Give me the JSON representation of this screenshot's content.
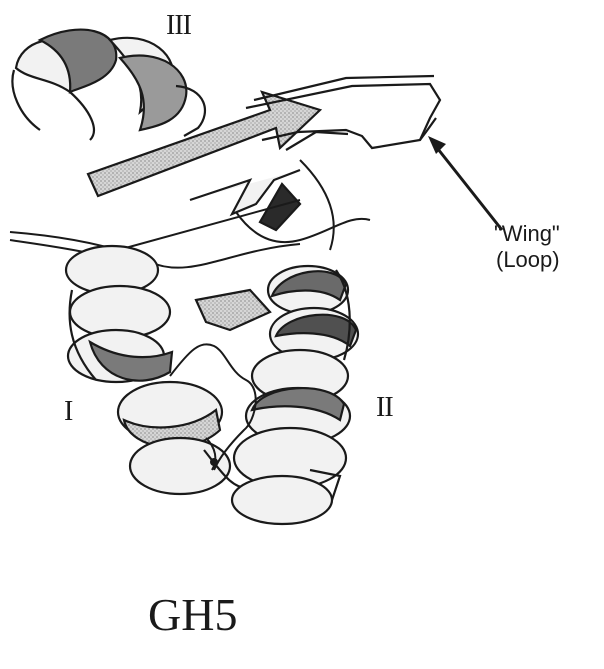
{
  "labels": {
    "helix_three": "III",
    "helix_one": "I",
    "helix_two": "II",
    "wing_word": "\"Wing\"",
    "loop_word": "(Loop)"
  },
  "title": "GH5",
  "colors": {
    "ink": "#1a1a1a",
    "ribbon_fill": "#f2f2f2",
    "helix_shade": "#7a7a7a",
    "strand_shade": "#b8b8b8"
  }
}
